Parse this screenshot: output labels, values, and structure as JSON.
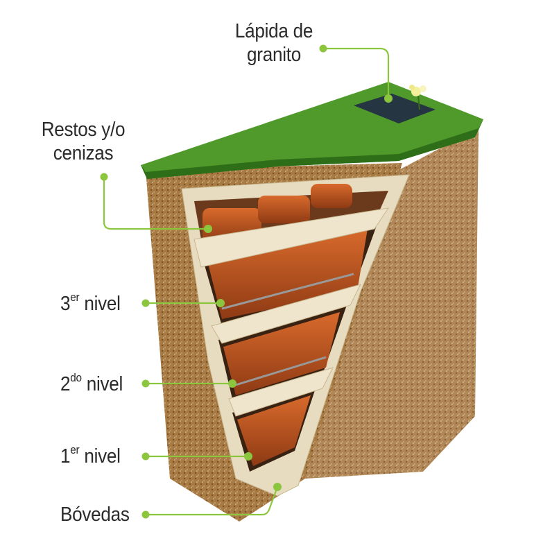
{
  "labels": {
    "headstone": {
      "line1": "Lápida de",
      "line2": "granito"
    },
    "remains": {
      "line1": "Restos y/o",
      "line2": "cenizas"
    },
    "level3": {
      "num": "3",
      "sup": "er",
      "word": "nivel"
    },
    "level2": {
      "num": "2",
      "sup": "do",
      "word": "nivel"
    },
    "level1": {
      "num": "1",
      "sup": "er",
      "word": "nivel"
    },
    "vaults": "Bóvedas"
  },
  "colors": {
    "callout": "#8cc63f",
    "text": "#2b2b2b",
    "grass": "#4f9a2a",
    "soil": "#a87a44",
    "concrete": "#e8dcc0",
    "coffin": "#b8501f"
  }
}
